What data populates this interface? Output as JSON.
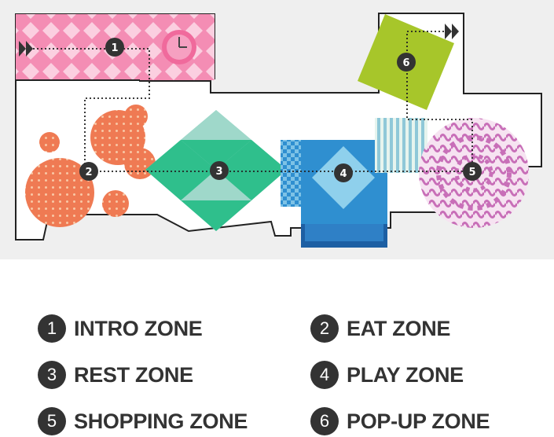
{
  "colors": {
    "floor": "#efefef",
    "wall": "#222222",
    "marker": "#333333",
    "intro_pink": "#f27aa8",
    "eat_orange": "#f07e55",
    "rest_green": "#2fbf8c",
    "play_blue": "#2f8fd0",
    "shopping_purple": "#c86fb8",
    "popup_lime": "#a7c62a"
  },
  "icons": [
    "fast-forward-icon",
    "clock-icon"
  ],
  "zones": [
    {
      "num": "1",
      "label": "INTRO ZONE"
    },
    {
      "num": "2",
      "label": "EAT ZONE"
    },
    {
      "num": "3",
      "label": "REST ZONE"
    },
    {
      "num": "4",
      "label": "PLAY ZONE"
    },
    {
      "num": "5",
      "label": "SHOPPING ZONE"
    },
    {
      "num": "6",
      "label": "POP-UP ZONE"
    }
  ]
}
